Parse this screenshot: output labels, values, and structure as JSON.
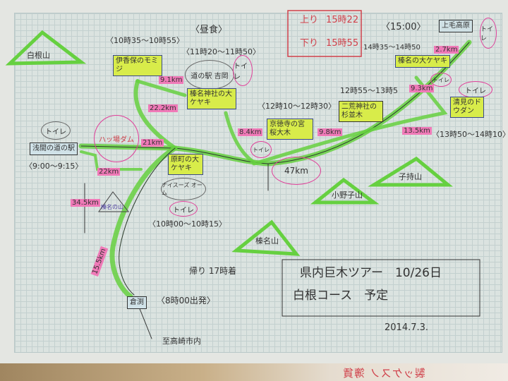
{
  "mountains": {
    "shirane": "白根山",
    "komochi": "子持山",
    "onoko": "小野子山",
    "haruna": "榛名山",
    "small": "榛名の山"
  },
  "train": {
    "up_label": "上り",
    "up_time": "15時22",
    "down_label": "下り",
    "down_time": "15時55",
    "arrive": "〈15:00〉"
  },
  "stops": {
    "jomo_kogen": "上毛高原",
    "momiji_time": "〈10時35〜10時55〉",
    "momiji": "伊香保のモミジ",
    "lunch": "〈昼食〉",
    "lunch_time": "〈11時20〜11時50〉",
    "michinoeki": "道の駅 吉岡",
    "haruna_shrine": "榛名神社の大ケヤキ",
    "asama": "浅間の道の駅",
    "asama_time": "〈9:00〜9:15〉",
    "yamba": "ハッ場ダム",
    "haramachi": "原町の大ケヤキ",
    "nice": "ナイスーズ オーム",
    "haramachi_time": "〈10時00〜10時15〉",
    "temple_time": "〈12時10〜12時30〉",
    "temple": "京徳寺の宮桜大木",
    "futara_time": "12時55〜13時5",
    "futara": "二荒神社の杉並木",
    "kiyomi": "清見のドウダン",
    "kiyomi_time": "〈13時50〜14時10〉",
    "haruna_tree_time": "14時35〜14時50",
    "haruna_tree": "榛名の大ケヤキ",
    "kurabuchi": "倉渕",
    "depart": "〈8時00出発〉",
    "takasaki": "至高崎市内",
    "return": "帰り 17時着",
    "toilet": "トイレ"
  },
  "distances": [
    "9.1km",
    "22.2km",
    "8.4km",
    "9.8km",
    "9.3km",
    "2.7km",
    "13.5km",
    "47km",
    "21km",
    "22km",
    "34.5km",
    "15.5km"
  ],
  "title": {
    "line1": "県内巨木ツアー　10/26日",
    "line2": "白根コース　予定",
    "date": "2014.7.3."
  },
  "bottom_print": "製ッケスノ 簿賃",
  "colors": {
    "route": "#66d040",
    "highlight": "#d8ec4a",
    "marker": "#f07ab8",
    "ink": "#333333"
  }
}
